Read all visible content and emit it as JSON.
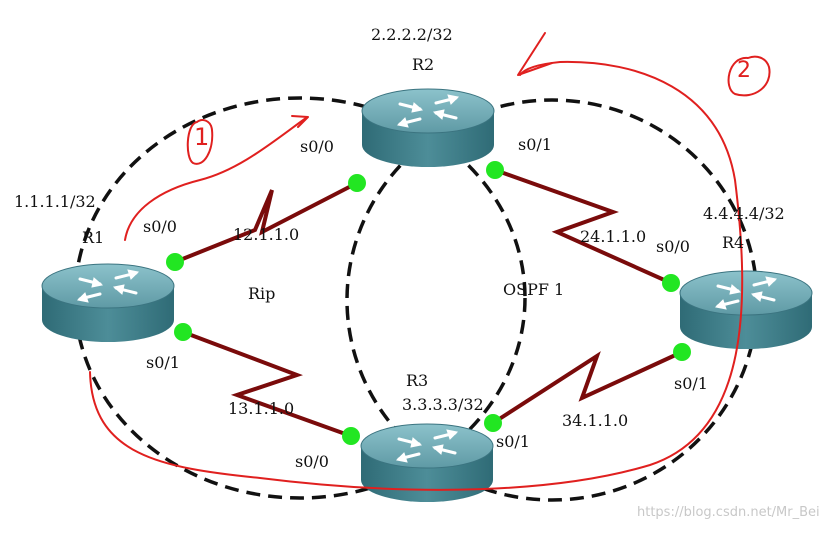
{
  "colors": {
    "link": "#7a0b0b",
    "port": "#22e622",
    "router_top": "#6fa9b3",
    "router_side": "#3f7f8a",
    "ring": "#111111",
    "annotation": "#e0201f"
  },
  "routers": {
    "r1": {
      "name": "R1",
      "loopback": "1.1.1.1/32"
    },
    "r2": {
      "name": "R2",
      "loopback": "2.2.2.2/32"
    },
    "r3": {
      "name": "R3",
      "loopback": "3.3.3.3/32"
    },
    "r4": {
      "name": "R4",
      "loopback": "4.4.4.4/32"
    }
  },
  "ports": {
    "r1_s00": "s0/0",
    "r1_s01": "s0/1",
    "r2_s00": "s0/0",
    "r2_s01": "s0/1",
    "r3_s00": "s0/0",
    "r3_s01": "s0/1",
    "r4_s00": "s0/0",
    "r4_s01": "s0/1"
  },
  "networks": {
    "n12": "12.1.1.0",
    "n13": "13.1.1.0",
    "n24": "24.1.1.0",
    "n34": "34.1.1.0"
  },
  "areas": {
    "rip": "Rip",
    "ospf": "OSPF 1"
  },
  "annotations": {
    "mark1": "1",
    "mark2": "2"
  },
  "watermark": "https://blog.csdn.net/Mr_Bei"
}
